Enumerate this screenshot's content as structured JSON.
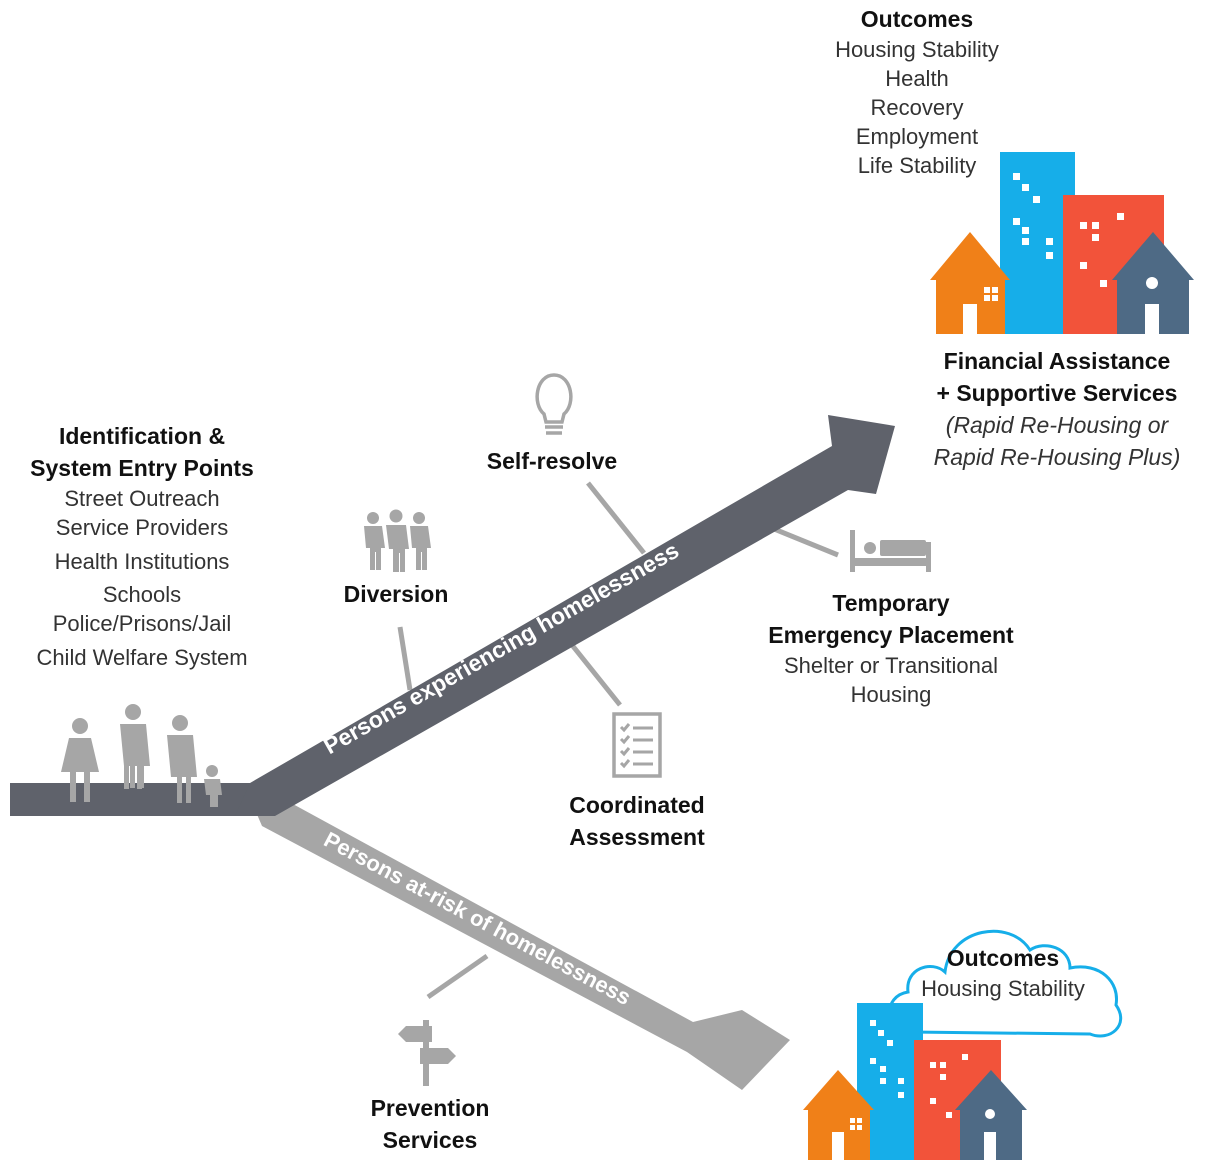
{
  "colors": {
    "main_path": "#5f626b",
    "risk_path": "#a6a6a6",
    "connector": "#a6a6a6",
    "icon_grey": "#a6a6a6",
    "house_orange": "#f08018",
    "tower_blue": "#16aee9",
    "tower_red": "#f2533a",
    "house_slate": "#4e6a85",
    "cloud_outline": "#16aee9"
  },
  "entry": {
    "title_line1": "Identification &",
    "title_line2": "System Entry Points",
    "items": [
      "Street Outreach",
      "Service Providers",
      "Health Institutions",
      "Schools",
      "Police/Prisons/Jail",
      "Child Welfare System"
    ]
  },
  "paths": {
    "experiencing": "Persons experiencing homelessness",
    "at_risk": "Persons at-risk of homelessness"
  },
  "diversion": {
    "label": "Diversion",
    "icon": "group-people-icon"
  },
  "self_resolve": {
    "label": "Self-resolve",
    "icon": "lightbulb-icon"
  },
  "coordinated": {
    "line1": "Coordinated",
    "line2": "Assessment",
    "icon": "checklist-icon"
  },
  "temporary": {
    "line1": "Temporary",
    "line2": "Emergency Placement",
    "sub1": "Shelter or Transitional",
    "sub2": "Housing",
    "icon": "bed-icon"
  },
  "financial": {
    "line1": "Financial Assistance",
    "line2": "+ Supportive Services",
    "sub1": "(Rapid Re-Housing or",
    "sub2": "Rapid Re-Housing Plus)"
  },
  "outcomes_top": {
    "title": "Outcomes",
    "items": [
      "Housing Stability",
      "Health",
      "Recovery",
      "Employment",
      "Life Stability"
    ],
    "icon": "city-housing-icon"
  },
  "prevention": {
    "line1": "Prevention",
    "line2": "Services",
    "icon": "signpost-icon"
  },
  "outcomes_bottom": {
    "title": "Outcomes",
    "item": "Housing Stability",
    "icon": "cloud-icon"
  }
}
